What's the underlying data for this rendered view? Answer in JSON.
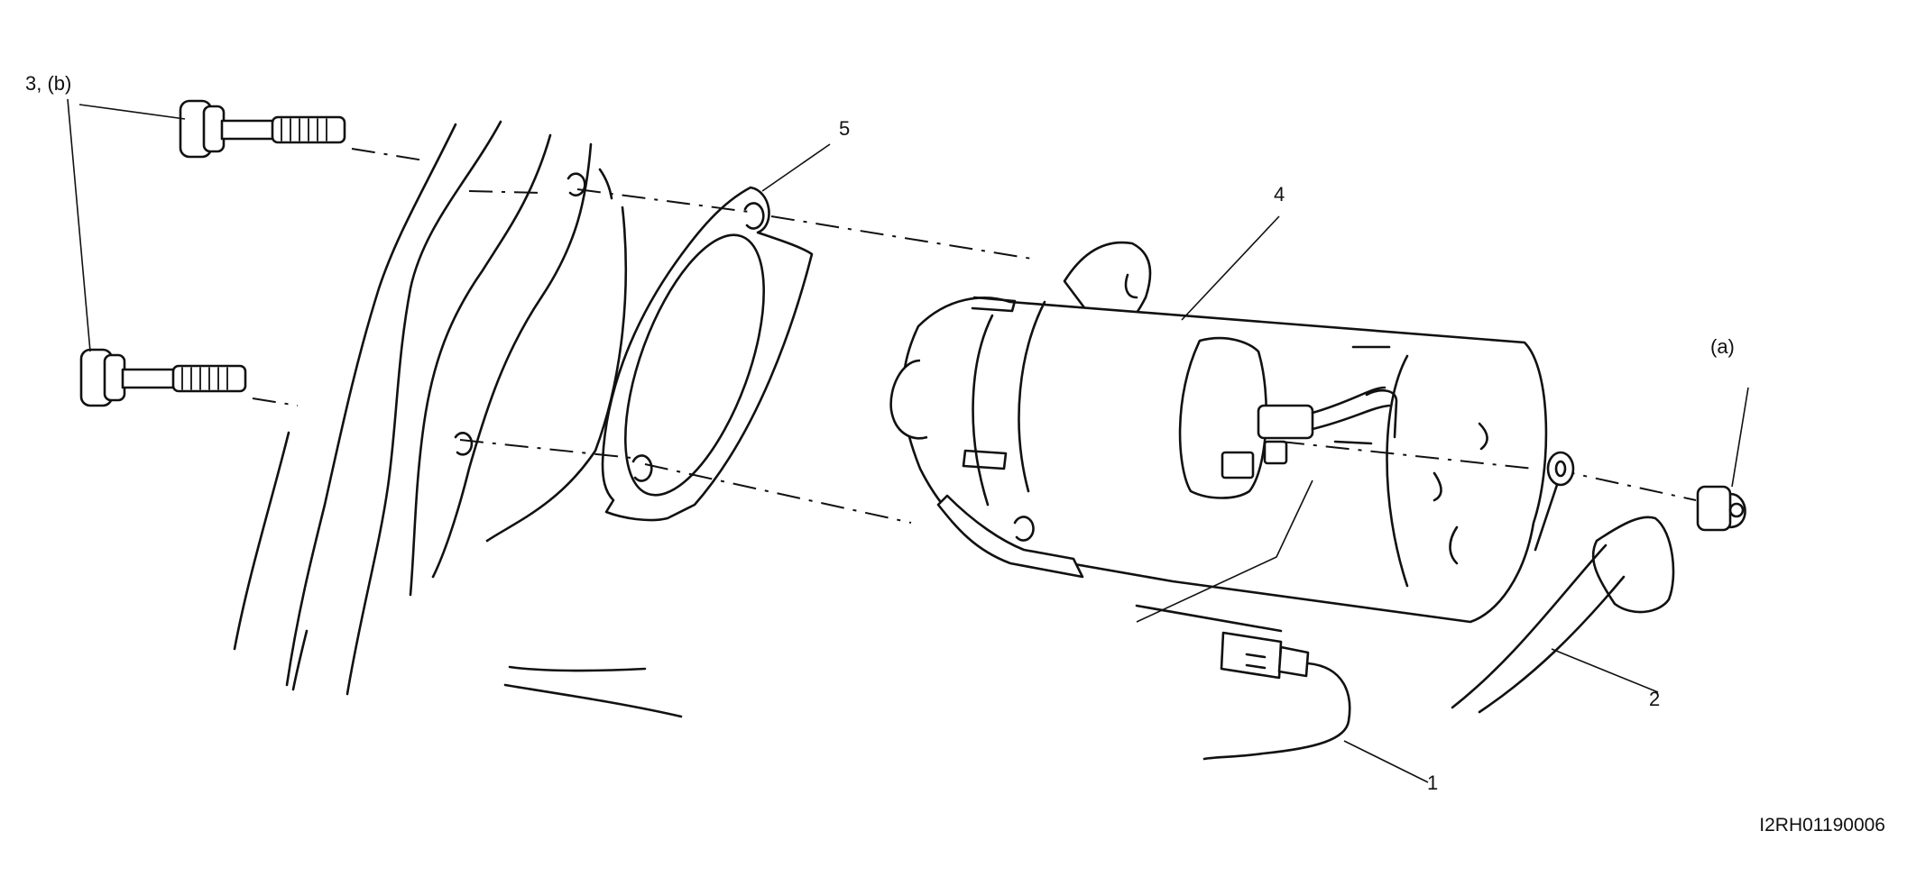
{
  "callouts": {
    "c1": "1",
    "c2": "2",
    "c3": "3, (b)",
    "c4": "4",
    "c5": "5",
    "ca": "(a)"
  },
  "figure_code": "I2RH01190006",
  "colors": {
    "ink": "#111111",
    "paper": "#ffffff"
  }
}
